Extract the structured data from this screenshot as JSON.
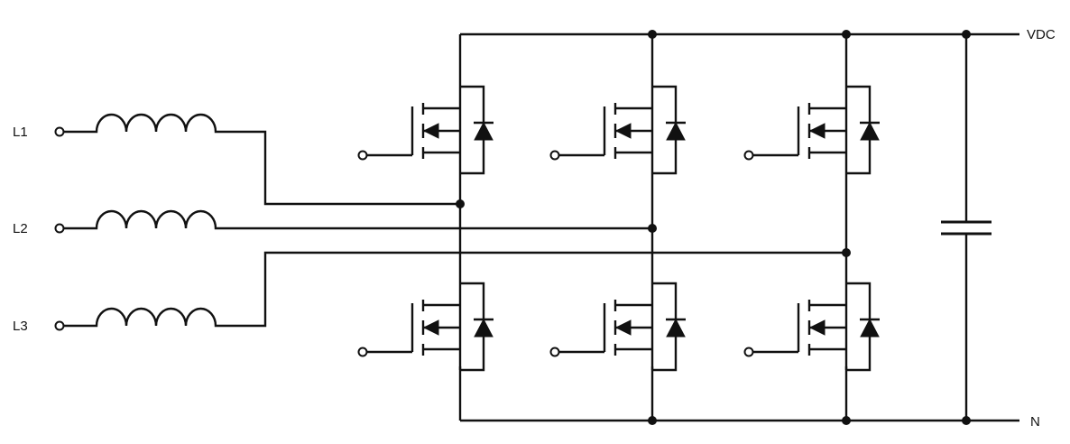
{
  "labels": {
    "input_1": "L1",
    "input_2": "L2",
    "input_3": "L3",
    "dc_positive": "VDC",
    "dc_negative": "N"
  },
  "colors": {
    "stroke": "#111111",
    "background": "#ffffff"
  }
}
